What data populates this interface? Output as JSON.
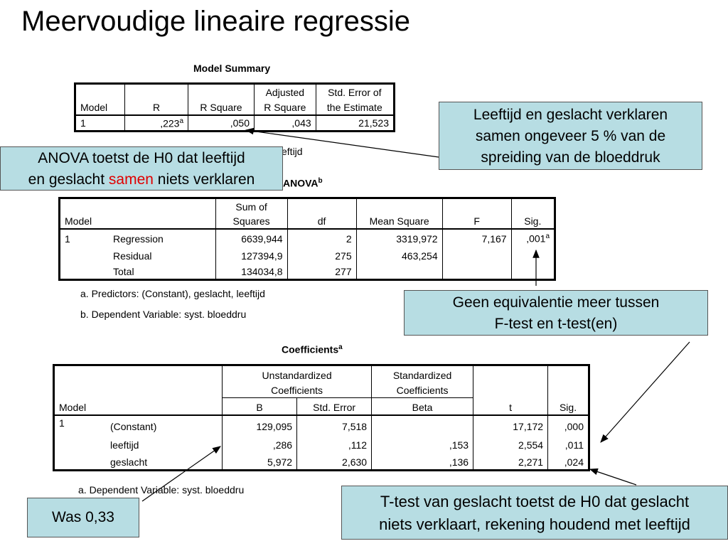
{
  "slide": {
    "title": "Meervoudige lineaire regressie"
  },
  "model_summary": {
    "title": "Model Summary",
    "headers": {
      "model": "Model",
      "r": "R",
      "r_square": "R Square",
      "adj_1": "Adjusted",
      "adj_2": "R Square",
      "se_1": "Std. Error of",
      "se_2": "the Estimate"
    },
    "row": {
      "model": "1",
      "r": ",223",
      "r_sup": "a",
      "r_square": ",050",
      "adj_r_square": ",043",
      "se": "21,523"
    },
    "footnote_partial": "eftijd"
  },
  "anova": {
    "title": "ANOVA",
    "title_sup": "b",
    "headers": {
      "model": "Model",
      "ss_1": "Sum of",
      "ss_2": "Squares",
      "df": "df",
      "ms": "Mean Square",
      "f": "F",
      "sig": "Sig."
    },
    "rows": [
      {
        "model": "1",
        "label": "Regression",
        "ss": "6639,944",
        "df": "2",
        "ms": "3319,972",
        "f": "7,167",
        "sig": ",001",
        "sig_sup": "a"
      },
      {
        "model": "",
        "label": "Residual",
        "ss": "127394,9",
        "df": "275",
        "ms": "463,254",
        "f": "",
        "sig": ""
      },
      {
        "model": "",
        "label": "Total",
        "ss": "134034,8",
        "df": "277",
        "ms": "",
        "f": "",
        "sig": ""
      }
    ],
    "notes": [
      {
        "mark": "a.",
        "text": "Predictors: (Constant), geslacht, leeftijd"
      },
      {
        "mark": "b.",
        "text": "Dependent Variable: syst. bloeddru"
      }
    ]
  },
  "coefficients": {
    "title": "Coefficients",
    "title_sup": "a",
    "headers": {
      "unstd_1": "Unstandardized",
      "unstd_2": "Coefficients",
      "std_1": "Standardized",
      "std_2": "Coefficients",
      "model": "Model",
      "b": "B",
      "se": "Std. Error",
      "beta": "Beta",
      "t": "t",
      "sig": "Sig."
    },
    "rows": [
      {
        "model": "1",
        "label": "(Constant)",
        "b": "129,095",
        "se": "7,518",
        "beta": "",
        "t": "17,172",
        "sig": ",000"
      },
      {
        "model": "",
        "label": "leeftijd",
        "b": ",286",
        "se": ",112",
        "beta": ",153",
        "t": "2,554",
        "sig": ",011"
      },
      {
        "model": "",
        "label": "geslacht",
        "b": "5,972",
        "se": "2,630",
        "beta": ",136",
        "t": "2,271",
        "sig": ",024"
      }
    ],
    "note": {
      "mark": "a.",
      "text": "Dependent Variable: syst. bloeddru"
    }
  },
  "callouts": {
    "leeftijd": {
      "l1": "Leeftijd en geslacht verklaren",
      "l2": "samen ongeveer 5 % van de",
      "l3": "spreiding van de bloeddruk"
    },
    "anova": {
      "l1": "ANOVA toetst de H0 dat leeftijd",
      "l2_a": "en geslacht ",
      "l2_red": "samen",
      "l2_b": " niets verklaren"
    },
    "equiv": {
      "l1": "Geen equivalentie meer tussen",
      "l2": "F-test en t-test(en)"
    },
    "was": {
      "text": "Was 0,33"
    },
    "ttest": {
      "l1": "T-test van geslacht toetst de H0 dat geslacht",
      "l2": "niets verklaart, rekening houdend met leeftijd"
    }
  },
  "colors": {
    "callout_bg": "#b7dde3",
    "highlight_red": "#e00000"
  }
}
